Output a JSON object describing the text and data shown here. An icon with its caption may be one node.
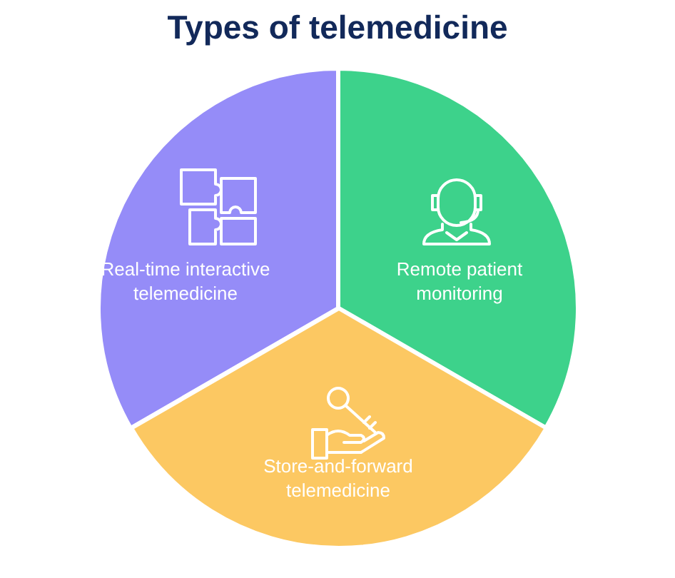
{
  "diagram": {
    "title": "Types of telemedicine",
    "nodes": [
      {
        "text": [
          "Real-time interactive telemedicine"
        ]
      },
      {
        "text": [
          "Remote patient monitoring"
        ]
      },
      {
        "text": [
          "Store-and-forward telemedicine"
        ]
      }
    ]
  }
}
